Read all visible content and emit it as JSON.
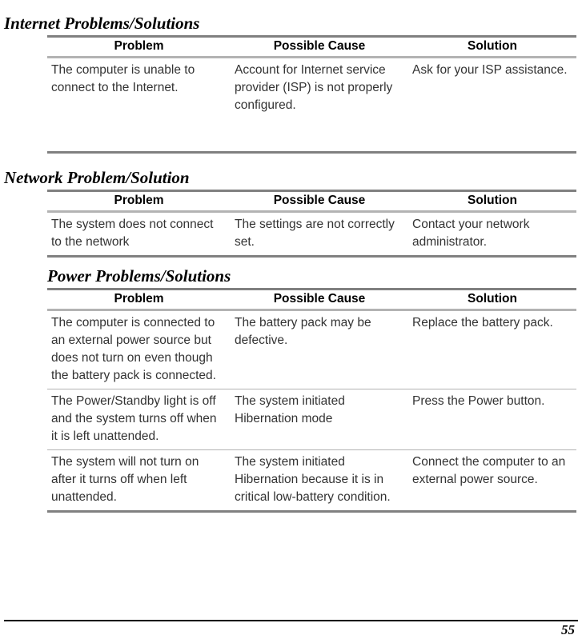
{
  "document": {
    "columns": [
      "Problem",
      "Possible Cause",
      "Solution"
    ],
    "page_number": "55"
  },
  "sections": [
    {
      "heading": "Internet Problems/Solutions",
      "rows": [
        {
          "problem": "The computer is unable to connect to the Internet.",
          "cause": "Account for Internet service provider (ISP) is not properly configured.",
          "solution": "Ask for your ISP assistance."
        }
      ]
    },
    {
      "heading": "Network Problem/Solution",
      "rows": [
        {
          "problem": "The system does not connect to the network",
          "cause": "The settings are not correctly set.",
          "solution": "Contact your network administrator."
        }
      ]
    },
    {
      "heading": "Power Problems/Solutions",
      "rows": [
        {
          "problem": "The computer is connected to an external power source but does not turn on even though the battery pack is connected.",
          "cause": "The battery pack may be defective.",
          "solution": "Replace the battery pack."
        },
        {
          "problem": "The Power/Standby light is off and the system turns off when it is left unattended.",
          "cause": "The system initiated Hibernation mode",
          "solution": "Press the Power button."
        },
        {
          "problem": "The system will not turn on after it turns off when left unattended.",
          "cause": "The system initiated Hibernation because it is in critical low-battery condition.",
          "solution": "Connect the computer to an external power source."
        }
      ]
    }
  ]
}
